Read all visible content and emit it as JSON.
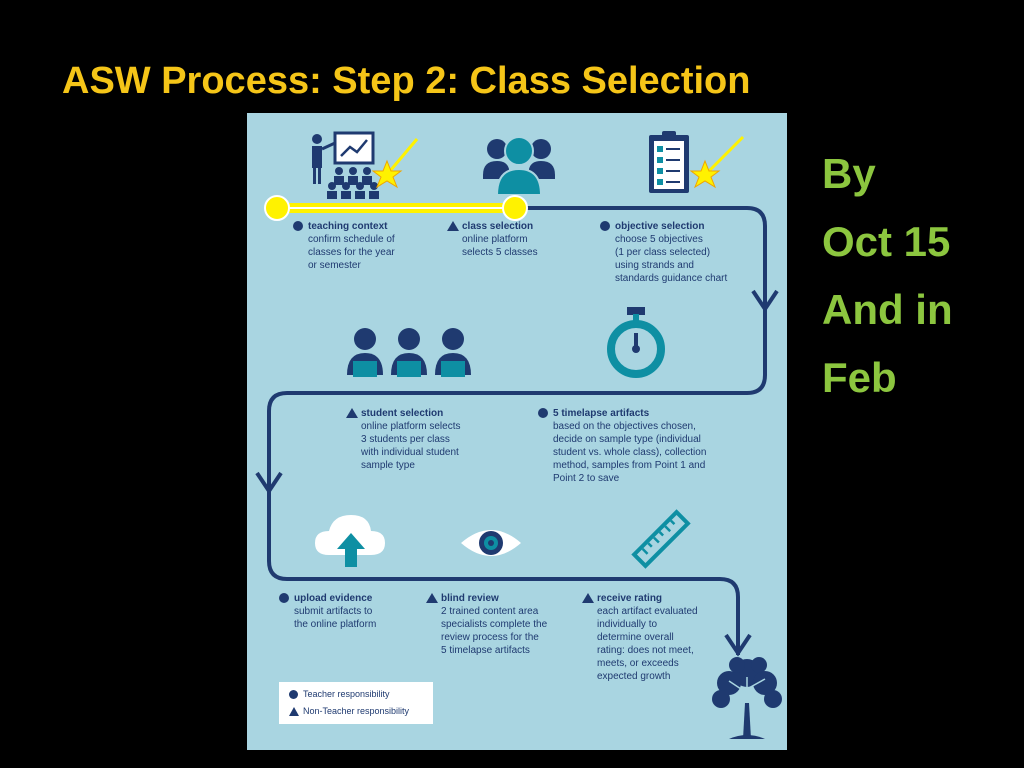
{
  "slide": {
    "title": "ASW Process: Step 2: Class Selection",
    "side_note": [
      "By",
      "Oct 15",
      "And in",
      "Feb"
    ]
  },
  "steps": [
    {
      "key": "teaching_context",
      "marker": "circle",
      "title": "teaching context",
      "text": "confirm schedule of\nclasses for the year\nor semester"
    },
    {
      "key": "class_selection",
      "marker": "triangle",
      "title": "class selection",
      "text": "online platform\nselects 5 classes"
    },
    {
      "key": "objective_selection",
      "marker": "circle",
      "title": "objective selection",
      "text": "choose 5 objectives\n(1 per class selected)\nusing strands and\nstandards guidance chart"
    },
    {
      "key": "student_selection",
      "marker": "triangle",
      "title": "student selection",
      "text": "online platform selects\n3 students per class\nwith individual student\nsample type"
    },
    {
      "key": "timelapse_artifacts",
      "marker": "circle",
      "title": "5 timelapse artifacts",
      "text": "based on the objectives chosen,\ndecide on sample type (individual\nstudent vs. whole class), collection\nmethod, samples from Point 1 and\nPoint 2 to save"
    },
    {
      "key": "upload_evidence",
      "marker": "circle",
      "title": "upload evidence",
      "text": "submit artifacts to\nthe online platform"
    },
    {
      "key": "blind_review",
      "marker": "triangle",
      "title": "blind review",
      "text": "2 trained content area\nspecialists complete the\nreview process for the\n5 timelapse artifacts"
    },
    {
      "key": "receive_rating",
      "marker": "triangle",
      "title": "receive rating",
      "text": "each artifact evaluated\nindividually to\ndetermine overall\nrating: does not meet,\nmeets, or exceeds\nexpected growth"
    }
  ],
  "legend": {
    "teacher": "Teacher responsibility",
    "non_teacher": "Non-Teacher responsibility"
  },
  "icons": {
    "teaching_context": "teacher-presentation-icon",
    "class_selection": "group-of-people-icon",
    "objective_selection": "checklist-clipboard-icon",
    "student_selection": "students-at-desks-icon",
    "timelapse_artifacts": "stopwatch-icon",
    "upload_evidence": "cloud-upload-icon",
    "blind_review": "eye-icon",
    "receive_rating": "ruler-icon",
    "end": "tree-icon"
  },
  "colors": {
    "title": "#f5c518",
    "side_note": "#8cc63f",
    "panel": "#a9d5e1",
    "path": "#1f3a70",
    "progress": "#fff200",
    "teal": "#0e8fa3"
  }
}
